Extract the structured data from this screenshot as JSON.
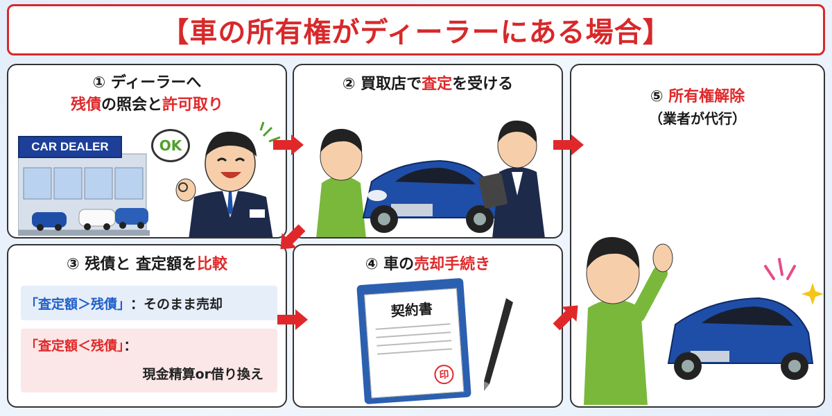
{
  "title": "【車の所有権がディーラーにある場合】",
  "colors": {
    "accent_red": "#e0282a",
    "car_blue": "#1f4ea8",
    "shirt_green": "#7ab83c",
    "suit_navy": "#1e2a4a"
  },
  "step1": {
    "num": "①",
    "line1": "ディーラーへ",
    "red1": "残債",
    "mid": "の照会と",
    "red2": "許可取り",
    "sign": "CAR DEALER",
    "bubble": "OK"
  },
  "step2": {
    "num": "②",
    "pre": "買取店で",
    "red": "査定",
    "post": "を受ける"
  },
  "step3": {
    "num": "③",
    "pre": "残債と 査定額を",
    "red": "比較",
    "row1_label": "「査定額＞残債」",
    "row1_text": "：そのまま売却",
    "row2_label": "「査定額＜残債」",
    "row2_colon": "：",
    "row2_text": "現金精算or借り換え"
  },
  "step4": {
    "num": "④",
    "pre": "車の",
    "red": "売却手続き",
    "doc_title": "契約書",
    "stamp": "印"
  },
  "step5": {
    "num": "⑤",
    "red": "所有権解除",
    "sub": "（業者が代行）"
  }
}
